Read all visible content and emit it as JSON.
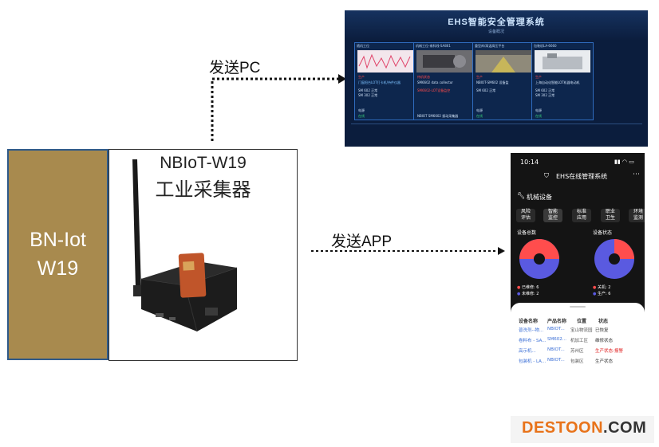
{
  "left_panel": {
    "line1": "BN-Iot",
    "line2": "W19"
  },
  "device": {
    "title_line1": "NBIoT-W19",
    "title_line2": "工业采集器"
  },
  "arrows": {
    "pc_label": "发送PC",
    "app_label": "发送APP"
  },
  "pc_dashboard": {
    "title": "EHS智能安全管理系统",
    "subtitle": "设备概况",
    "cards": [
      {
        "title": "随机工位",
        "status": "生产",
        "desc": "门窗阳台LOT打卡机/持件仪器",
        "lines": [
          "SM 602  正常",
          "SM 302  正常"
        ],
        "foot1": "电源",
        "foot2": "在线"
      },
      {
        "title": "机械工位-南科线-SA861",
        "status": "待机状态",
        "desc": "SM6602 data collector",
        "lines": [
          "SM6602-LOT设备监控"
        ],
        "foot1": "",
        "foot2": "NBIOT SM6602 振动采集器"
      },
      {
        "title": "重型库/高温高压平台",
        "status": "生产",
        "desc": "NBIOT-SM602 设备监",
        "lines": [
          "SM 602  正常"
        ],
        "foot1": "电源",
        "foot2": "在线"
      },
      {
        "title": "包装机LA-6660",
        "status": "生产",
        "desc": "上海自动化智能LOT机器电动机",
        "lines": [
          "SM 602  正常",
          "SM 302  正常"
        ],
        "foot1": "电源",
        "foot2": "在线"
      }
    ]
  },
  "phone": {
    "time": "10:14",
    "app_title": "EHS在线管理系统",
    "section": "机械设备",
    "tabs": [
      {
        "top": "风险",
        "bottom": "评估"
      },
      {
        "top": "智能",
        "bottom": "监控"
      },
      {
        "top": "标准",
        "bottom": "应用"
      },
      {
        "top": "职业",
        "bottom": "卫生"
      },
      {
        "top": "环境",
        "bottom": "监测"
      }
    ],
    "chart_left_title": "设备总数",
    "chart_right_title": "设备状态",
    "legend_left": [
      {
        "label": "已维修: 6",
        "color": "#ff4d4d"
      },
      {
        "label": "未维修: 2",
        "color": "#5a5ae0"
      }
    ],
    "legend_right": [
      {
        "label": "关机: 2",
        "color": "#ff4d4d"
      },
      {
        "label": "生产: 6",
        "color": "#5a5ae0"
      }
    ],
    "table_headers": [
      "设备名称",
      "产品名称",
      "位置",
      "状态"
    ],
    "rows": [
      {
        "name": "普洗剂--物...",
        "product": "NBIOT...",
        "loc": "宝山物流园",
        "status": "已恢复",
        "status_color": "#333333"
      },
      {
        "name": "卷料布 - SA...",
        "product": "SM602...",
        "loc": "机加工区",
        "status": "维修状态",
        "status_color": "#333333"
      },
      {
        "name": "高示机...",
        "product": "NBIOT...",
        "loc": "苏州区",
        "status": "生产状态-报警",
        "status_color": "#e02020"
      },
      {
        "name": "包装机 - LA...",
        "product": "NBIOT...",
        "loc": "包装区",
        "status": "生产状态",
        "status_color": "#333333"
      }
    ]
  },
  "colors": {
    "gold": "#a88a4e",
    "pie_red": "#ff4d4d",
    "pie_blue": "#5a5ae0",
    "dash_bg": "#0b1d3d"
  },
  "watermark": {
    "part1": "DESTOON",
    "part2": ".COM",
    "color1": "#e8731a",
    "color2": "#333333"
  }
}
